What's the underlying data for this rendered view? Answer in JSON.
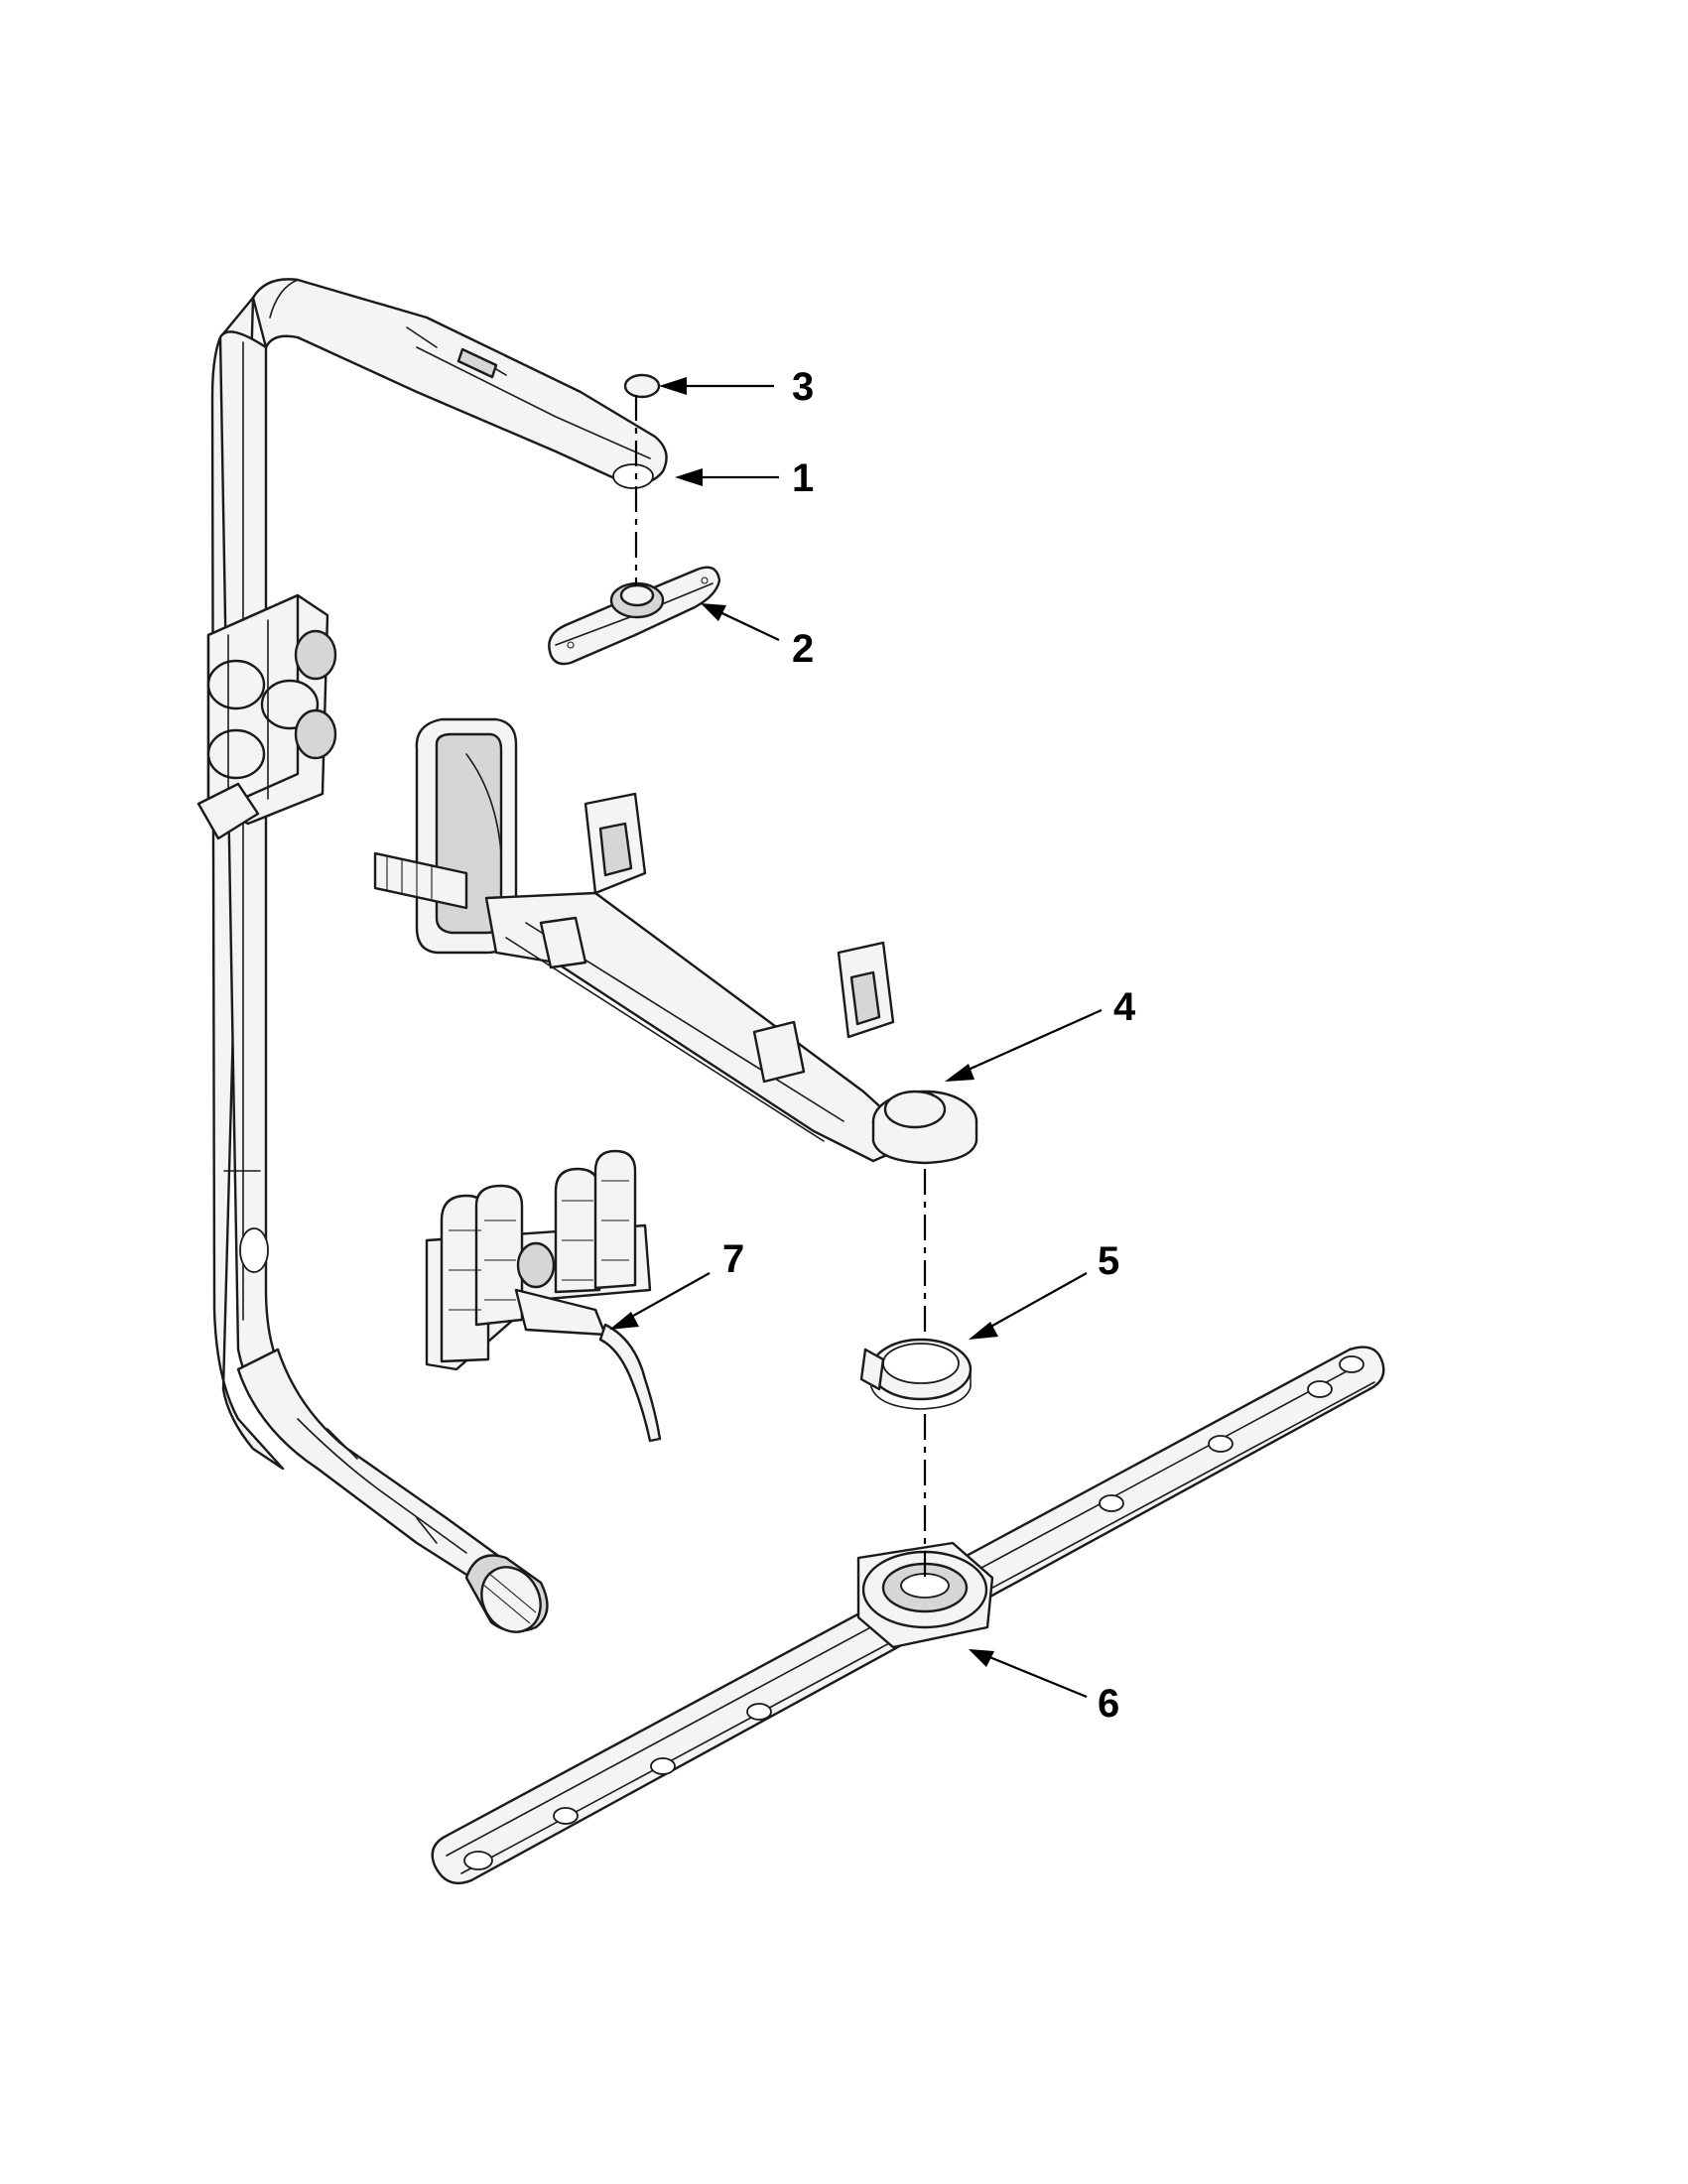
{
  "callouts": [
    {
      "id": "3",
      "text": "3"
    },
    {
      "id": "1",
      "text": "1"
    },
    {
      "id": "2",
      "text": "2"
    },
    {
      "id": "4",
      "text": "4"
    },
    {
      "id": "7",
      "text": "7"
    },
    {
      "id": "5",
      "text": "5"
    },
    {
      "id": "6",
      "text": "6"
    }
  ]
}
